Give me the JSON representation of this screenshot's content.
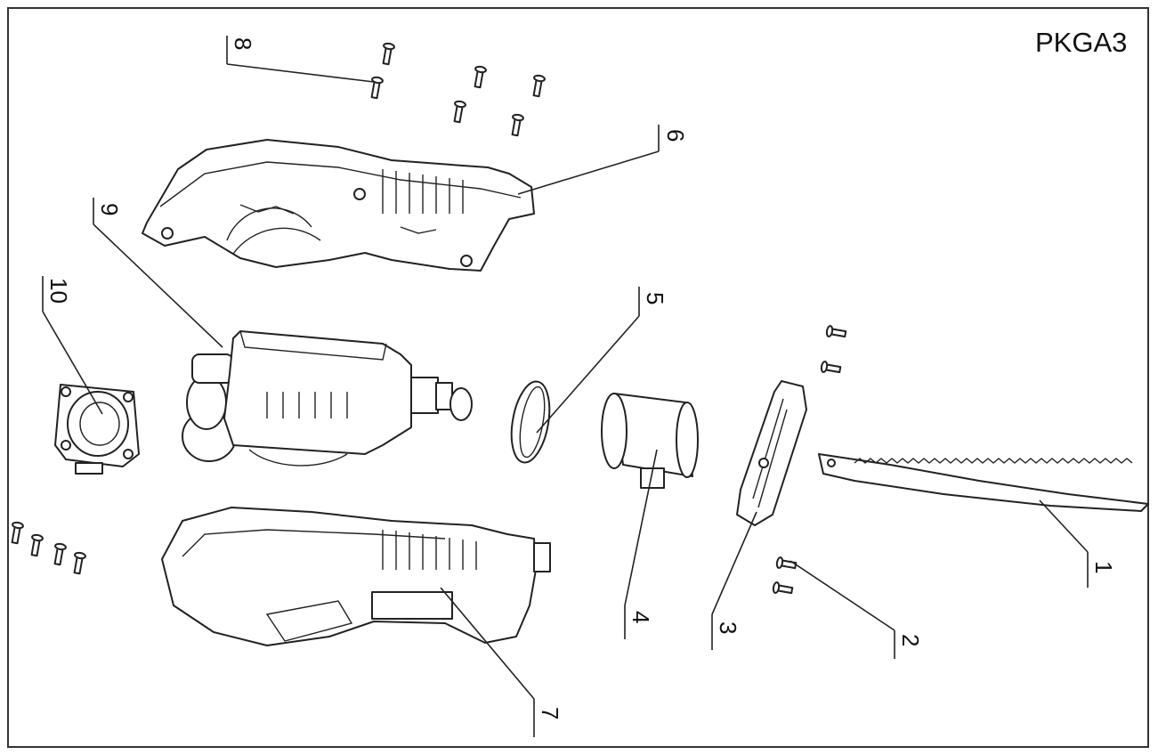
{
  "model": "PKGA3",
  "callouts": [
    {
      "id": "1",
      "part": "saw-blade"
    },
    {
      "id": "2",
      "part": "blade-screws"
    },
    {
      "id": "3",
      "part": "front-plate"
    },
    {
      "id": "4",
      "part": "front-sleeve"
    },
    {
      "id": "5",
      "part": "ring"
    },
    {
      "id": "6",
      "part": "upper-housing"
    },
    {
      "id": "7",
      "part": "lower-housing"
    },
    {
      "id": "8",
      "part": "housing-screws"
    },
    {
      "id": "9",
      "part": "motor-assembly"
    },
    {
      "id": "10",
      "part": "end-cap"
    }
  ]
}
